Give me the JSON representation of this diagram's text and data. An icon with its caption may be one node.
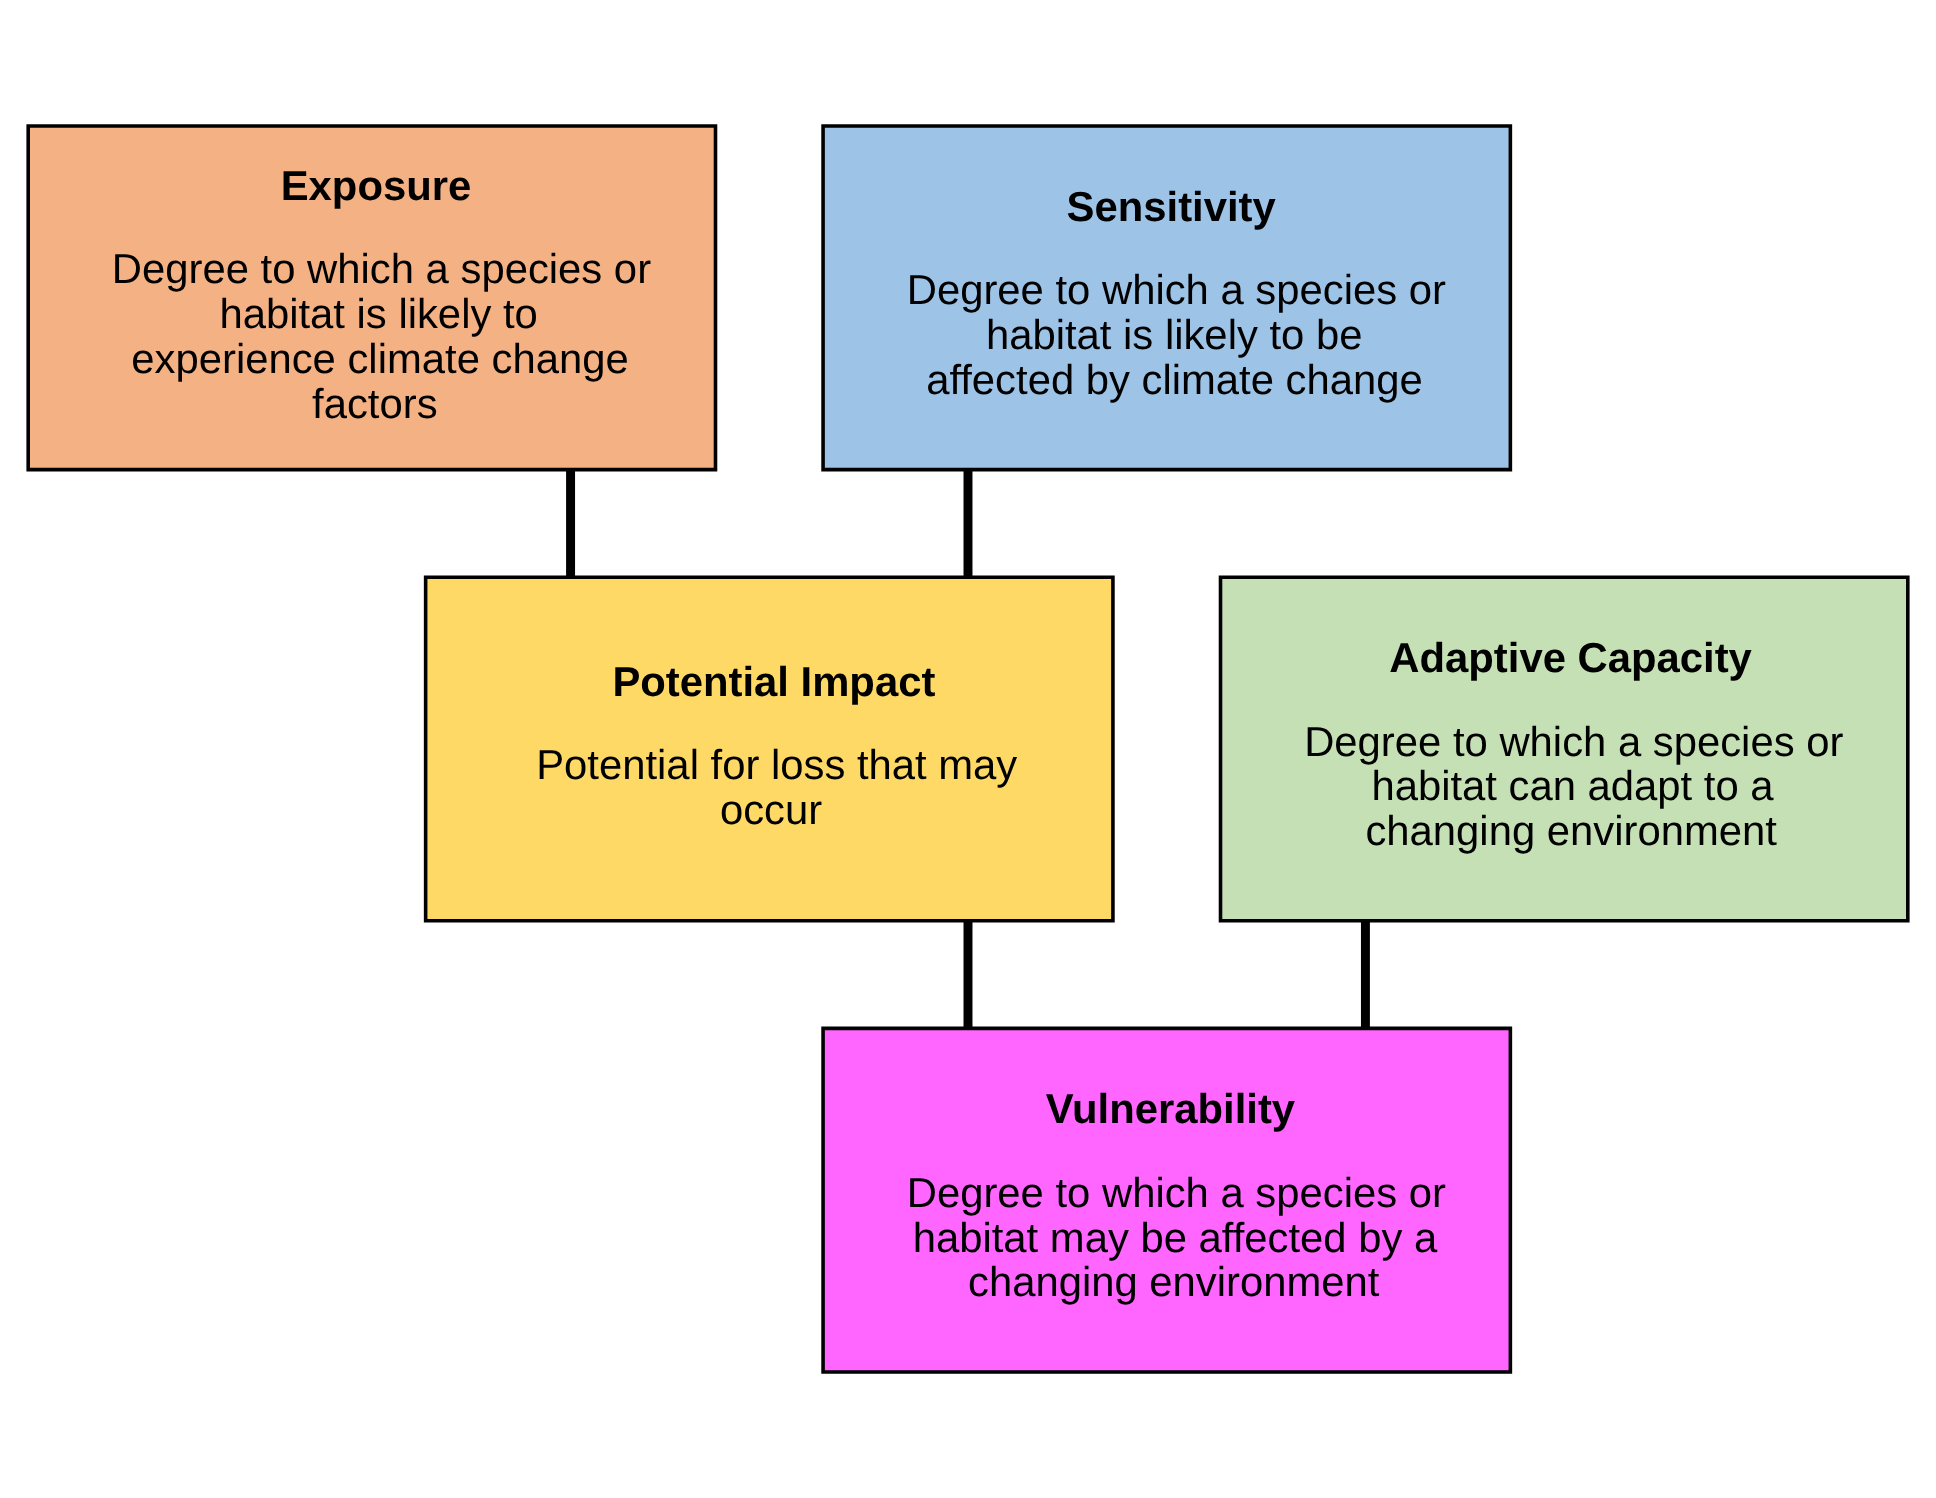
{
  "diagram": {
    "nodes": [
      {
        "text": [
          "Exposure",
          "Degree to which a species or habitat is likely to experience climate change factors"
        ]
      },
      {
        "text": [
          "Sensitivity",
          "Degree to which a species or habitat is likely to be affected by climate change"
        ]
      },
      {
        "text": [
          "Potential Impact",
          "Potential for loss that may occur"
        ]
      },
      {
        "text": [
          "Adaptive Capacity",
          "Degree to which a species or habitat can adapt to a changing environment"
        ]
      },
      {
        "text": [
          "Vulnerability",
          "Degree to which a species or habitat may be affected by a changing environment"
        ]
      }
    ],
    "edges": [
      {
        "from": 0,
        "to": 2,
        "arrow": "none"
      },
      {
        "from": 1,
        "to": 2,
        "arrow": "none"
      },
      {
        "from": 2,
        "to": 4,
        "arrow": "none"
      },
      {
        "from": 3,
        "to": 4,
        "arrow": "none"
      }
    ]
  }
}
